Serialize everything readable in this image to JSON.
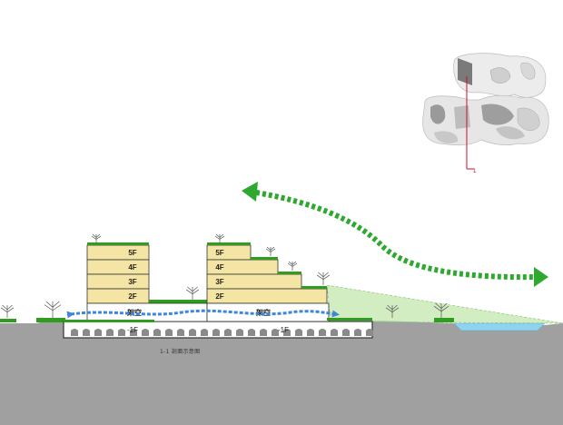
{
  "caption": "1-1 剖面示意图",
  "key_plan": {
    "section_label": "1"
  },
  "left_building": {
    "floors": [
      "5F",
      "4F",
      "3F",
      "2F"
    ],
    "ground_label": "架空",
    "basement_label": "-1F"
  },
  "right_building": {
    "floors": [
      "5F",
      "4F",
      "3F",
      "2F"
    ],
    "ground_label": "架空",
    "basement_label": "-1F"
  },
  "colors": {
    "ground": "#a0a0a0",
    "floor_fill": "#f4e5a4",
    "green_roof": "#2f9e1f",
    "wind_arrow": "#2fa82f",
    "ventilation_arrow": "#3f86d9",
    "water": "#8fd3ef",
    "view_cone": "#bfe5a8"
  }
}
